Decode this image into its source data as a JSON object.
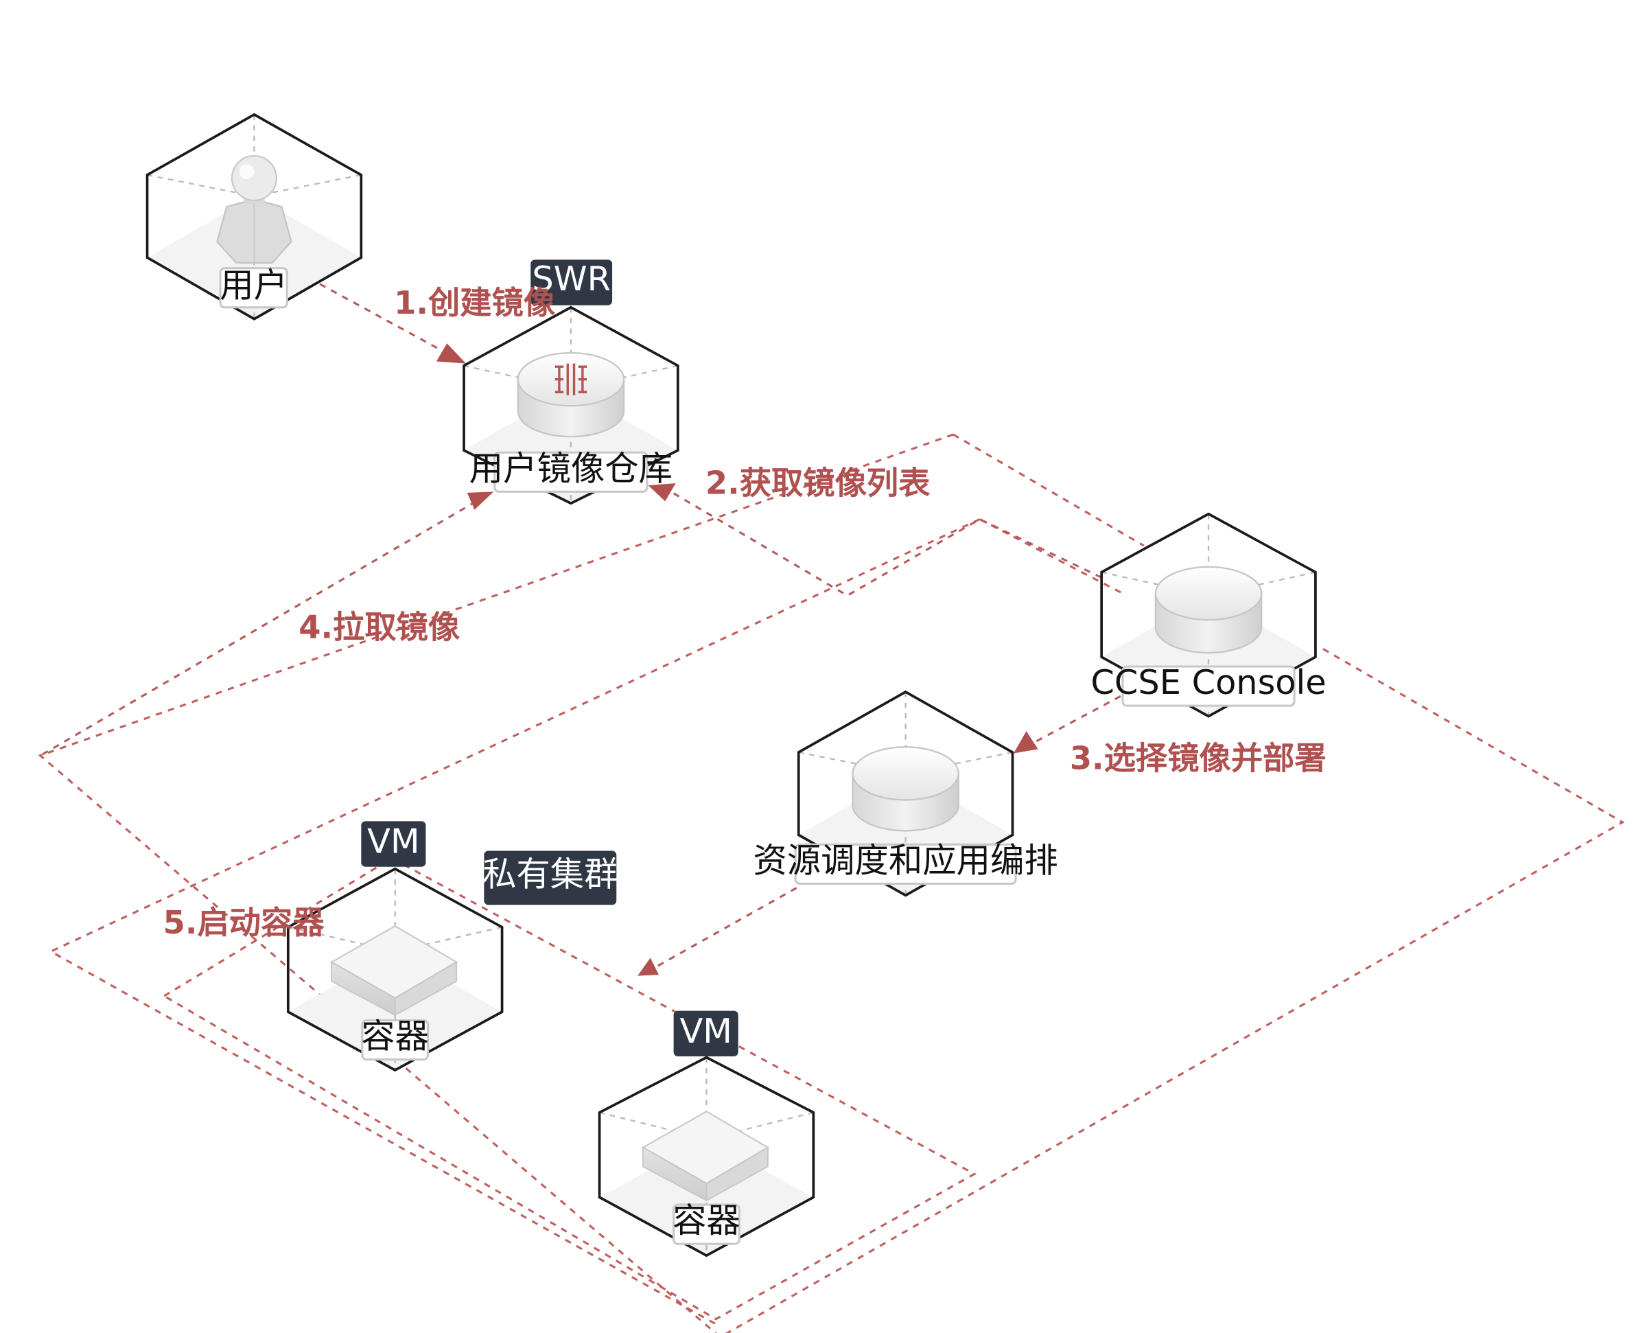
{
  "colors": {
    "flow": "#b55b5b",
    "step_text": "#b0504f",
    "tag_background": "#303846",
    "tag_text": "#ffffff",
    "cluster_fill": "#fdf3f2",
    "hex_outline": "#1a1a1a"
  },
  "nodes": {
    "user": {
      "label": "用户",
      "icon": "user-figure-icon"
    },
    "registry": {
      "tag": "SWR",
      "label": "用户镜像仓库",
      "icon": "image-registry-icon"
    },
    "console": {
      "label": "CCSE Console",
      "icon": "database-disk-icon"
    },
    "scheduler": {
      "label": "资源调度和应用编排",
      "icon": "database-disk-icon"
    },
    "container_1": {
      "tag": "VM",
      "label": "容器",
      "icon": "container-block-icon"
    },
    "container_2": {
      "tag": "VM",
      "label": "容器",
      "icon": "container-block-icon"
    }
  },
  "cluster": {
    "tag": "私有集群"
  },
  "steps": {
    "step1": "1.创建镜像",
    "step2": "2.获取镜像列表",
    "step3": "3.选择镜像并部署",
    "step4": "4.拉取镜像",
    "step5": "5.启动容器"
  }
}
